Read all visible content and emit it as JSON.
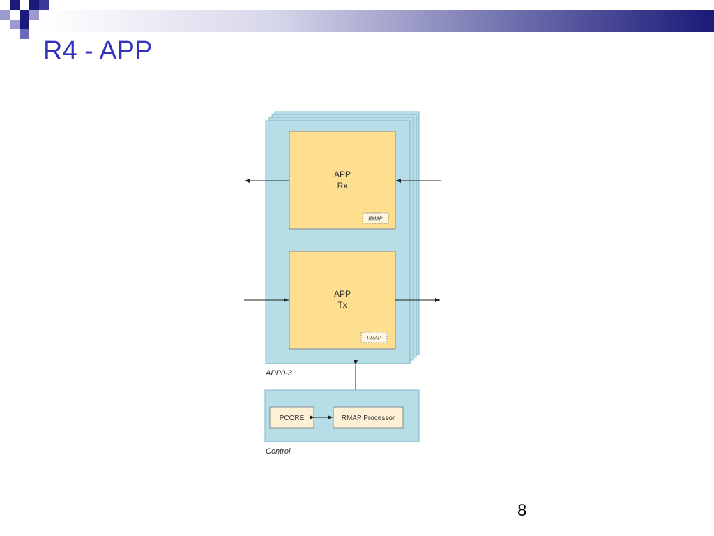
{
  "slide": {
    "title": "R4 - APP",
    "page_number": "8"
  },
  "diagram": {
    "group_label": "APP0-3",
    "rx_block": {
      "line1": "APP",
      "line2": "Rx",
      "rmap_label": "RMAP"
    },
    "tx_block": {
      "line1": "APP",
      "line2": "Tx",
      "rmap_label": "RMAP"
    },
    "control": {
      "label": "Control",
      "pcore_label": "PCORE",
      "rmap_processor_label": "RMAP Processor"
    }
  },
  "colors": {
    "title": "#3333bb",
    "header_dark": "#1a1a78",
    "group_fill": "#b7dde7",
    "block_fill": "#fddf8f",
    "control_box_fill": "#fdf0d5"
  }
}
